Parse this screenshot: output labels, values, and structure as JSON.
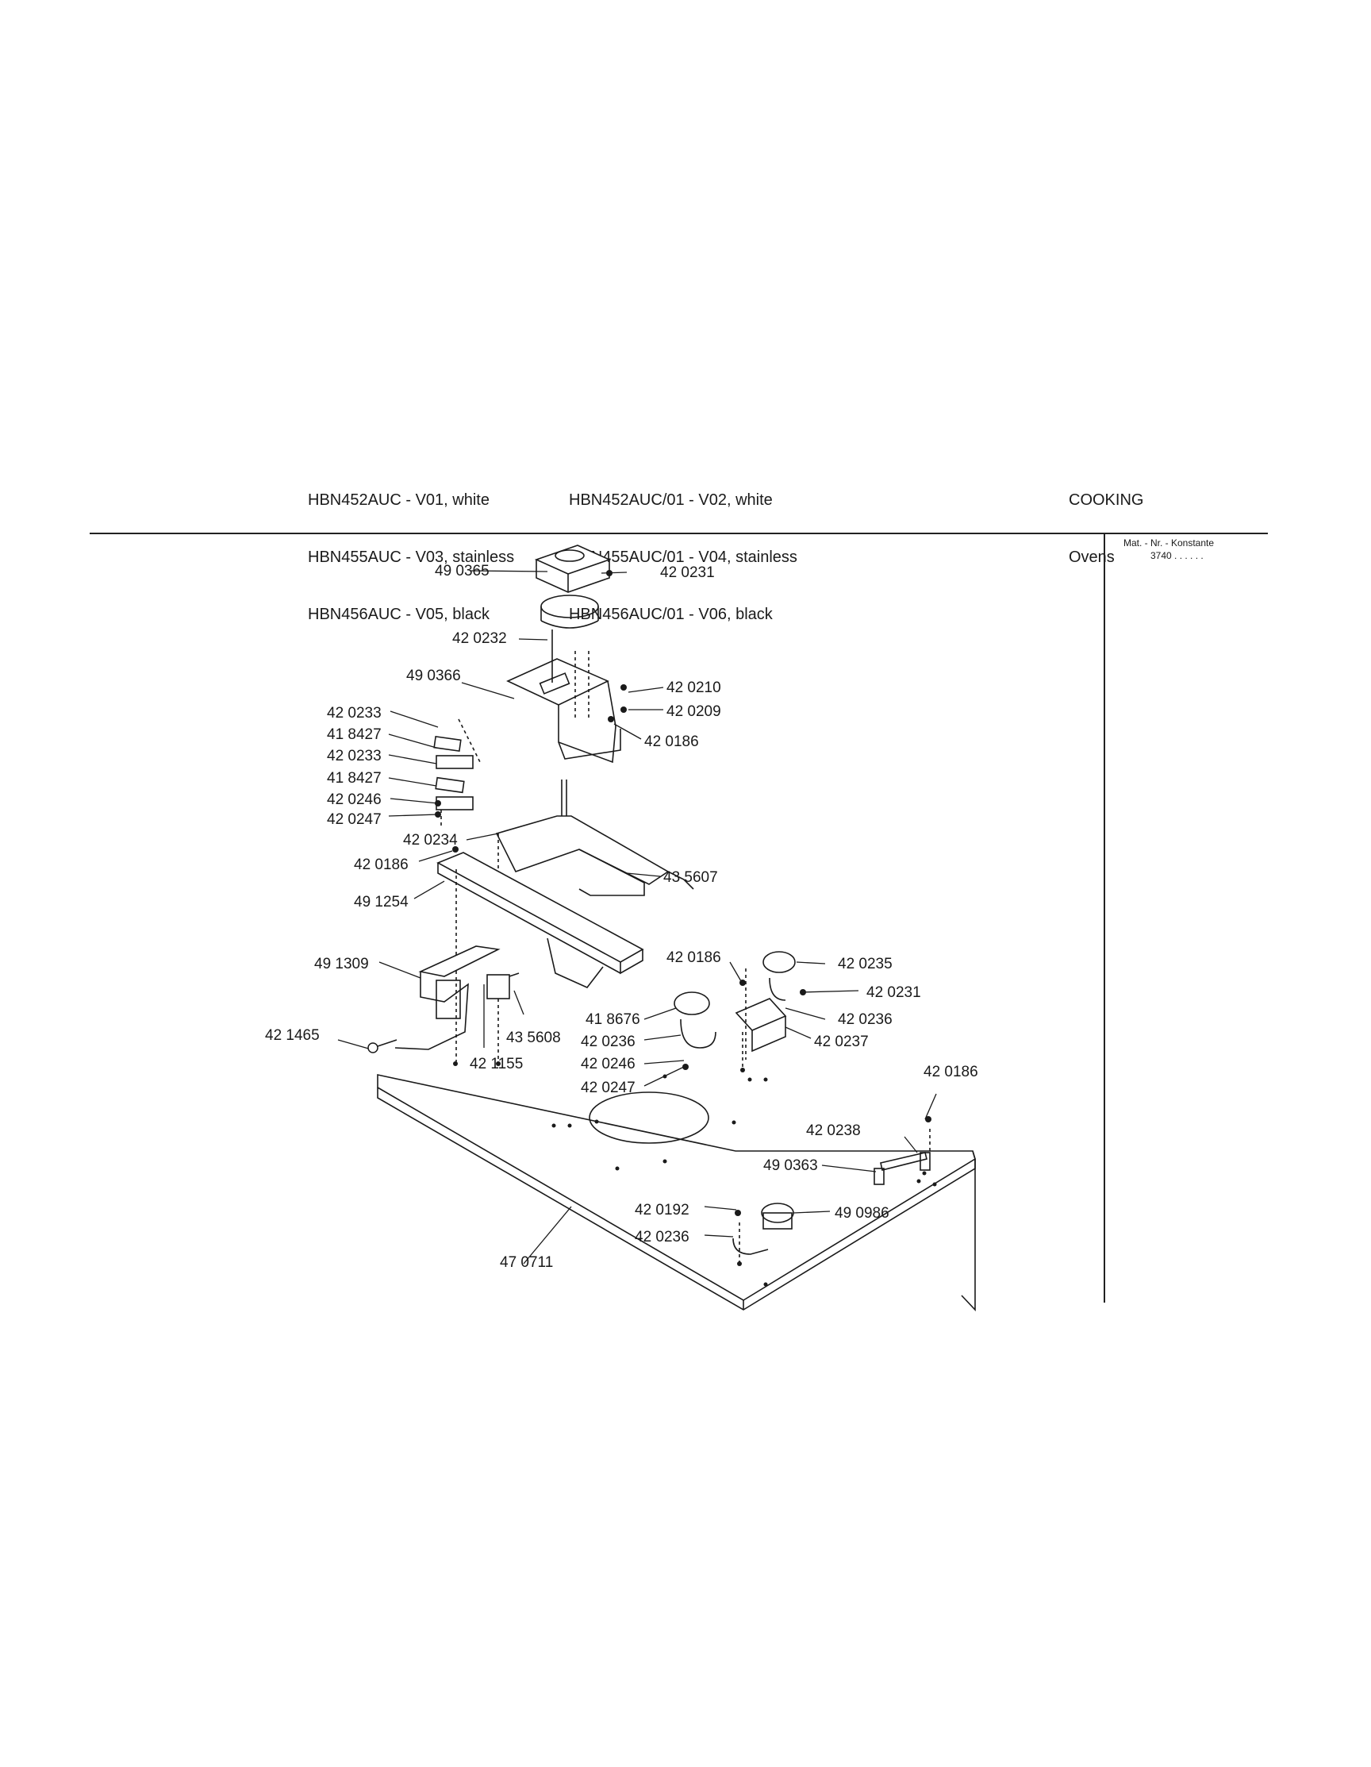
{
  "header": {
    "models_left": [
      "HBN452AUC - V01, white",
      "HBN455AUC - V03, stainless",
      "HBN456AUC - V05, black"
    ],
    "models_right": [
      "HBN452AUC/01 - V02, white",
      "HBN455AUC/01 - V04, stainless",
      "HBN456AUC/01 - V06, black"
    ],
    "category": "COOKING",
    "subcategory": "Ovens"
  },
  "side_panel": {
    "label": "Mat. - Nr. - Konstante",
    "value": "3740",
    "dots": ". .   . . . ."
  },
  "parts": [
    "49 0365",
    "42 0231",
    "42 0232",
    "49 0366",
    "42 0210",
    "42 0209",
    "42 0186",
    "42 0233",
    "41 8427",
    "42 0233",
    "41 8427",
    "42 0246",
    "42 0247",
    "42 0234",
    "42 0186",
    "43 5607",
    "49 1254",
    "42 0186",
    "42 0235",
    "49 1309",
    "42 0231",
    "41 8676",
    "42 0236",
    "42 0237",
    "42 1465",
    "43 5608",
    "42 0236",
    "42 1155",
    "42 0246",
    "42 0247",
    "42 0186",
    "42 0238",
    "49 0363",
    "42 0192",
    "49 0986",
    "42 0236",
    "47 0711"
  ]
}
